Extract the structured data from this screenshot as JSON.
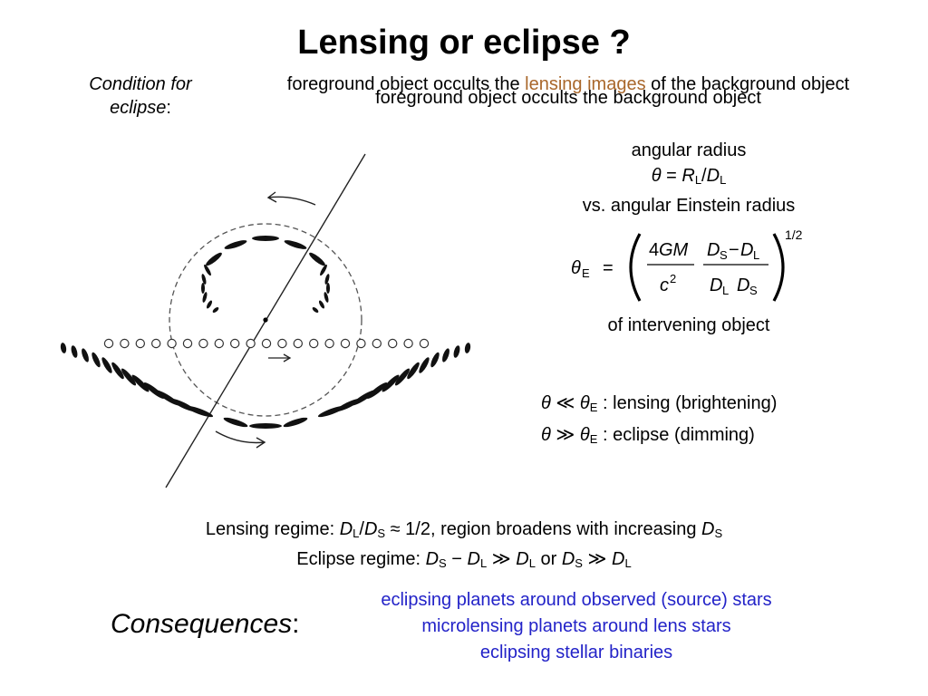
{
  "title": "Lensing or eclipse ?",
  "condition": {
    "label_italic": "Condition for eclipse",
    "label_colon": ":",
    "line1_pre": "foreground object occults the ",
    "line1_highlight": "lensing images",
    "line1_post": " of the background object",
    "line2": "foreground object occults the background object"
  },
  "angular": {
    "heading": "angular radius",
    "theta": "θ",
    "equals": " = ",
    "R": "R",
    "L": "L",
    "slash": "/",
    "D": "D",
    "vs": "vs. angular Einstein radius",
    "intervening": "of intervening object"
  },
  "formula": {
    "theta": "θ",
    "E": "E",
    "equals": "=",
    "four": "4",
    "GM": "GM",
    "c": "c",
    "two": "2",
    "D": "D",
    "S": "S",
    "L": "L",
    "minus": "−",
    "exponent": "1/2"
  },
  "regimes": {
    "lensing_rel": "≪",
    "lensing_text": ":  lensing (brightening)",
    "eclipse_rel": "≫",
    "eclipse_text": ":  eclipse (dimming)"
  },
  "regime_lines": {
    "lensing_prefix": "Lensing regime: ",
    "approx": " ≈ 1/2, region broadens with increasing ",
    "eclipse_prefix": "Eclipse regime: ",
    "minus": " − ",
    "gg": " ≫ ",
    "or": " or "
  },
  "consequences": {
    "label": "Consequences",
    "colon": ":",
    "items": [
      "eclipsing planets around observed (source) stars",
      "microlensing planets around lens stars",
      "eclipsing stellar binaries"
    ]
  },
  "colors": {
    "highlight": "#a9672b",
    "consequences": "#2323c8"
  }
}
